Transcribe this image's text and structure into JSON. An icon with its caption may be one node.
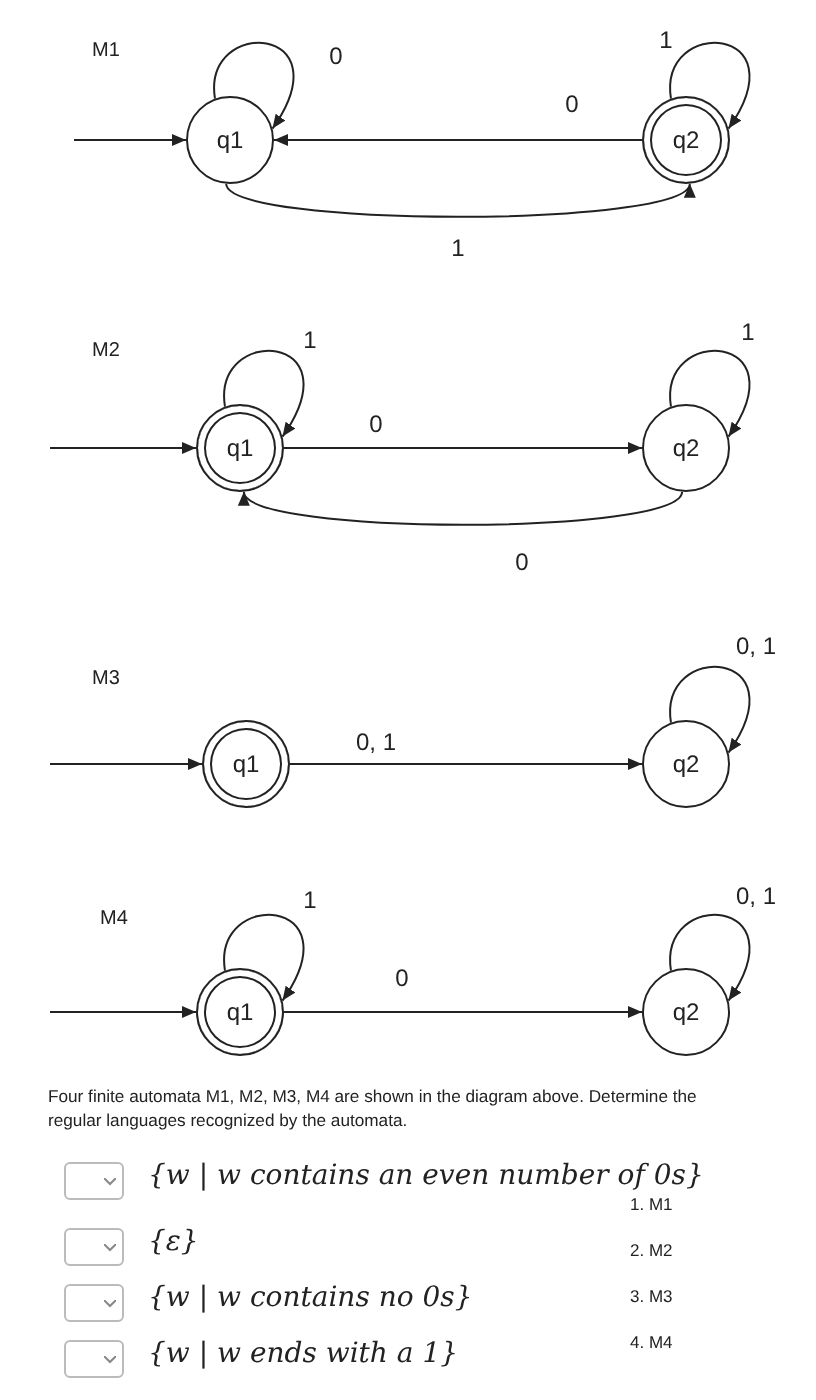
{
  "diagram": {
    "nodes": [
      {
        "text": [
          "q1"
        ]
      },
      {
        "text": [
          "q2"
        ]
      },
      {
        "text": [
          "q1"
        ]
      },
      {
        "text": [
          "q2"
        ]
      },
      {
        "text": [
          "q1"
        ]
      },
      {
        "text": [
          "q2"
        ]
      },
      {
        "text": [
          "q1"
        ]
      },
      {
        "text": [
          "q2"
        ]
      }
    ],
    "edges": [
      {
        "from": null,
        "to": 0,
        "arrow": "to"
      },
      {
        "from": 0,
        "to": 0,
        "arrow": "to",
        "label": "0"
      },
      {
        "from": 1,
        "to": 0,
        "arrow": "to",
        "label": "0"
      },
      {
        "from": 0,
        "to": 1,
        "arrow": "to",
        "label": "1"
      },
      {
        "from": 1,
        "to": 1,
        "arrow": "to",
        "label": "1"
      },
      {
        "from": null,
        "to": 2,
        "arrow": "to"
      },
      {
        "from": 2,
        "to": 2,
        "arrow": "to",
        "label": "1"
      },
      {
        "from": 2,
        "to": 3,
        "arrow": "to",
        "label": "0"
      },
      {
        "from": 3,
        "to": 2,
        "arrow": "to",
        "label": "0"
      },
      {
        "from": 3,
        "to": 3,
        "arrow": "to",
        "label": "1"
      },
      {
        "from": null,
        "to": 4,
        "arrow": "to"
      },
      {
        "from": 4,
        "to": 5,
        "arrow": "to",
        "label": "0, 1"
      },
      {
        "from": 5,
        "to": 5,
        "arrow": "to",
        "label": "0, 1"
      },
      {
        "from": null,
        "to": 6,
        "arrow": "to"
      },
      {
        "from": 6,
        "to": 6,
        "arrow": "to",
        "label": "1"
      },
      {
        "from": 6,
        "to": 7,
        "arrow": "to",
        "label": "0"
      },
      {
        "from": 7,
        "to": 7,
        "arrow": "to",
        "label": "0, 1"
      }
    ],
    "labels": [
      "M1",
      "M2",
      "M3",
      "M4",
      "Four finite automata M1, M2, M3, M4 are shown in the diagram above. Determine the regular languages recognized by the automata.",
      "{w | w contains an even number of 0s}",
      "{ε}",
      "{w | w contains no 0s}",
      "{w | w ends with a 1}",
      "1. M1",
      "2. M2",
      "3. M3",
      "4. M4"
    ]
  }
}
